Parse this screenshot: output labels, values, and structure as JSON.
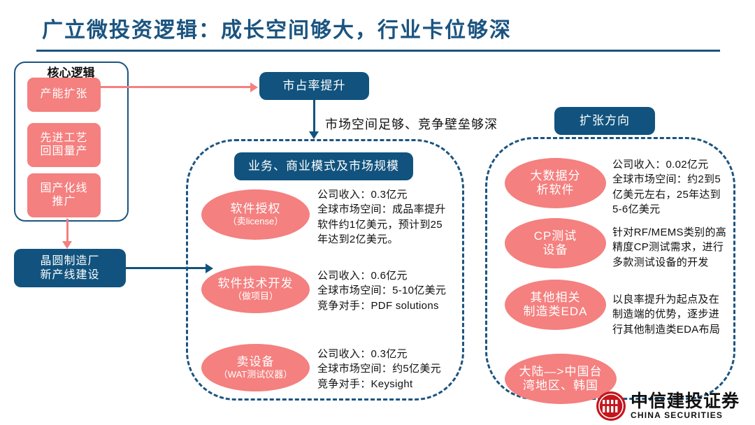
{
  "title": "广立微投资逻辑：成长空间够大，行业卡位够深",
  "colors": {
    "navy": "#11537E",
    "title_blue": "#1b5480",
    "pink": "#F4807F",
    "text": "#111111"
  },
  "core_logic": {
    "label": "核心逻辑",
    "items": [
      {
        "label": "产能扩张"
      },
      {
        "label": "先进工艺\n回国量产"
      },
      {
        "label": "国产化线\n推广"
      }
    ]
  },
  "wafer_fab": {
    "label": "晶圆制造厂\n新产线建设"
  },
  "market_share": {
    "label": "市占率提升"
  },
  "market_space_caption": "市场空间足够、竞争壁垒够深",
  "center_panel": {
    "title": "业务、商业模式及市场规模",
    "rows": [
      {
        "bubble_main": "软件授权",
        "bubble_sub": "（卖license）",
        "desc": "公司收入：0.3亿元\n全球市场空间：成品率提升\n软件约1亿美元，预计到25\n年达到2亿美元。"
      },
      {
        "bubble_main": "软件技术开发",
        "bubble_sub": "（做项目）",
        "desc": "公司收入：0.6亿元\n全球市场空间：5-10亿美元\n竞争对手：PDF solutions"
      },
      {
        "bubble_main": "卖设备",
        "bubble_sub": "（WAT测试仪器）",
        "desc": "公司收入：0.3亿元\n全球市场空间：约5亿美元\n竞争对手：Keysight"
      }
    ]
  },
  "right_panel": {
    "title": "扩张方向",
    "rows": [
      {
        "bubble_main": "大数据分\n析软件",
        "desc": "公司收入：0.02亿元\n全球市场空间：约2到5\n亿美元左右，25年达到\n5-6亿美元"
      },
      {
        "bubble_main": "CP测试\n设备",
        "desc": "针对RF/MEMS类别的高\n精度CP测试需求，进行\n多款测试设备的开发"
      },
      {
        "bubble_main": "其他相关\n制造类EDA",
        "desc": "以良率提升为起点及在\n制造端的优势，逐步进\n行其他制造类EDA布局"
      },
      {
        "bubble_main": "大陆—>中国台\n湾地区、韩国",
        "desc": ""
      }
    ]
  },
  "brand": {
    "cn": "中信建投证券",
    "en": "CHINA SECURITIES"
  }
}
